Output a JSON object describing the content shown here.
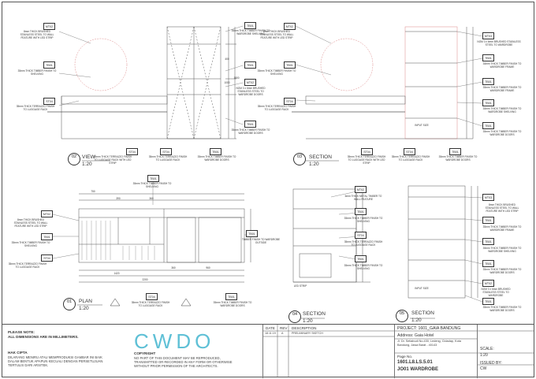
{
  "view_02": {
    "num": "02",
    "title": "VIEW",
    "scale": "1:20"
  },
  "view_03": {
    "num": "03",
    "title": "SECTION",
    "scale": "1:20"
  },
  "view_01": {
    "num": "01",
    "title": "PLAN",
    "scale": "1:20"
  },
  "view_04": {
    "num": "04",
    "title": "SECTION",
    "scale": "1:20"
  },
  "view_05": {
    "num": "05",
    "title": "SECTION",
    "scale": "1:20"
  },
  "tags": {
    "mt02": "MT02",
    "tb01": "TB01",
    "st04": "ST04"
  },
  "notes": {
    "n1": "8mm THICK BRUSHED STAINLESS STEEL TO WALL FEATURE WITH LED STRIP",
    "n2": "35mm THICK TIMBER FINISH TO SHELVING",
    "n3": "35mm THICK TERRAZZO FINISH TO LUGGAGE RACK",
    "n4": "NOM 3 x 6mm BRUSHED STAINLESS STEEL TO WARDROBE DOORS",
    "n5": "35mm THICK TIMBER FINISH TO WARDROBE SHELVING",
    "n6": "35mm THICK TERRAZZO FINISH TO LUGGAGE RACK WITH LED STRIP",
    "n7": "35mm THICK TIMBER FINISH TO SHELVING",
    "n8": "35mm THICK TIMBER FINISH TO WARDROBE DOORS",
    "n9": "6mm THICK METAL TIMBER TO WALL FEATURE",
    "n10": "LED STRIP",
    "n11": "TIMBER FINISH TO WARDROBE OUTSIDE",
    "n12": "INPUT SIZE",
    "n13": "35mm THICK TIMBER FINISH TO WARDROBE FRAME",
    "n14": "NOM 3 x 6mm BRUSHED STAINLESS STEEL TO WARDROBE"
  },
  "dims": {
    "d1": "750",
    "d2": "390",
    "d3": "360",
    "d4": "1420",
    "d5": "2200",
    "d6": "960",
    "d7": "360",
    "d8": "400",
    "d9": "1000",
    "d10": "1800"
  },
  "titleblock": {
    "please_note": "PLEASE NOTE:",
    "dimensions": "ALL DIMENSIONS ARE IN MILLIMETERS.",
    "hak_cipta": "HAK CIPTA",
    "hak_text": "DILARANG MENIRU ATAU MEMPRODUKSI GAMBAR INI BAIK DALAM BENTUK APAPUN KECUALI DENGAN PERSETUJUAN TERTULIS DARI ARSITEK.",
    "logo": "CWDO",
    "copyright": "COPYRIGHT",
    "copy_text": "NO PART OF THIS DOCUMENT MAY BE REPRODUCED, TRANSMITTED OR RECORDED IN ANY FORM OR OTHERWISE WITHOUT PRIOR PERMISSION OF THE ARCHITECTS.",
    "col_date": "DATE",
    "col_rev": "REV",
    "col_desc": "DESCRIPTION",
    "row_date": "18.11.19",
    "row_rev": "A",
    "row_desc": "PRELIMINARY SKETCH",
    "project": "PROJECT: 1601_GAIA BANDUNG",
    "address_label": "Address: Gaia Hotel",
    "address": "Jl. Dr. Setiabudi No.430, Ledeng, Cidadap, Kota Bandung, Jawa Barat - 40143",
    "page_label": "Page No.",
    "page_no": "1601.L8.LS.5.01",
    "sheet_title": "JO01 WARDROBE",
    "scale_label": "SCALE:",
    "scale": "1:20",
    "issued_label": "ISSUED BY:",
    "issued": "CW"
  }
}
